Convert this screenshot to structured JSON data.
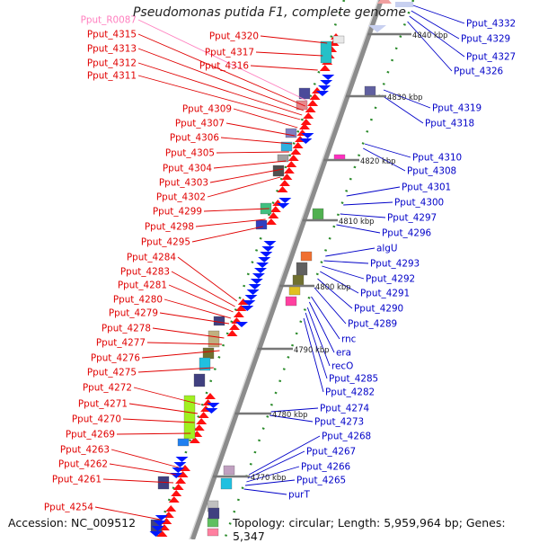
{
  "title": "Pseudomonas putida F1, complete genome",
  "accession": "Accession: NC_009512",
  "summary": "Topology: circular; Length: 5,959,964 bp; Genes: 5,347",
  "colors": {
    "left_label": "#e00000",
    "rna_label": "#ff7fbf",
    "right_label": "#0000c8",
    "backbone": "#8c8c8c"
  },
  "ticks": [
    "4840 kbp",
    "4830 kbp",
    "4820 kbp",
    "4810 kbp",
    "4800 kbp",
    "4790 kbp",
    "4780 kbp",
    "4770 kbp"
  ],
  "left_labels": [
    "Pput_R0087",
    "Pput_4315",
    "Pput_4313",
    "Pput_4312",
    "Pput_4311",
    "Pput_4320",
    "Pput_4317",
    "Pput_4316",
    "Pput_4309",
    "Pput_4307",
    "Pput_4306",
    "Pput_4305",
    "Pput_4304",
    "Pput_4303",
    "Pput_4302",
    "Pput_4299",
    "Pput_4298",
    "Pput_4295",
    "Pput_4284",
    "Pput_4283",
    "Pput_4281",
    "Pput_4280",
    "Pput_4279",
    "Pput_4278",
    "Pput_4277",
    "Pput_4276",
    "Pput_4275",
    "Pput_4272",
    "Pput_4271",
    "Pput_4270",
    "Pput_4269",
    "Pput_4263",
    "Pput_4262",
    "Pput_4261",
    "Pput_4254"
  ],
  "right_labels": [
    "Pput_4332",
    "Pput_4329",
    "Pput_4327",
    "Pput_4326",
    "Pput_4319",
    "Pput_4318",
    "Pput_4310",
    "Pput_4308",
    "Pput_4301",
    "Pput_4300",
    "Pput_4297",
    "Pput_4296",
    "algU",
    "Pput_4293",
    "Pput_4292",
    "Pput_4291",
    "Pput_4290",
    "Pput_4289",
    "rnc",
    "era",
    "recO",
    "Pput_4285",
    "Pput_4282",
    "Pput_4274",
    "Pput_4273",
    "Pput_4268",
    "Pput_4267",
    "Pput_4266",
    "Pput_4265",
    "purT"
  ]
}
